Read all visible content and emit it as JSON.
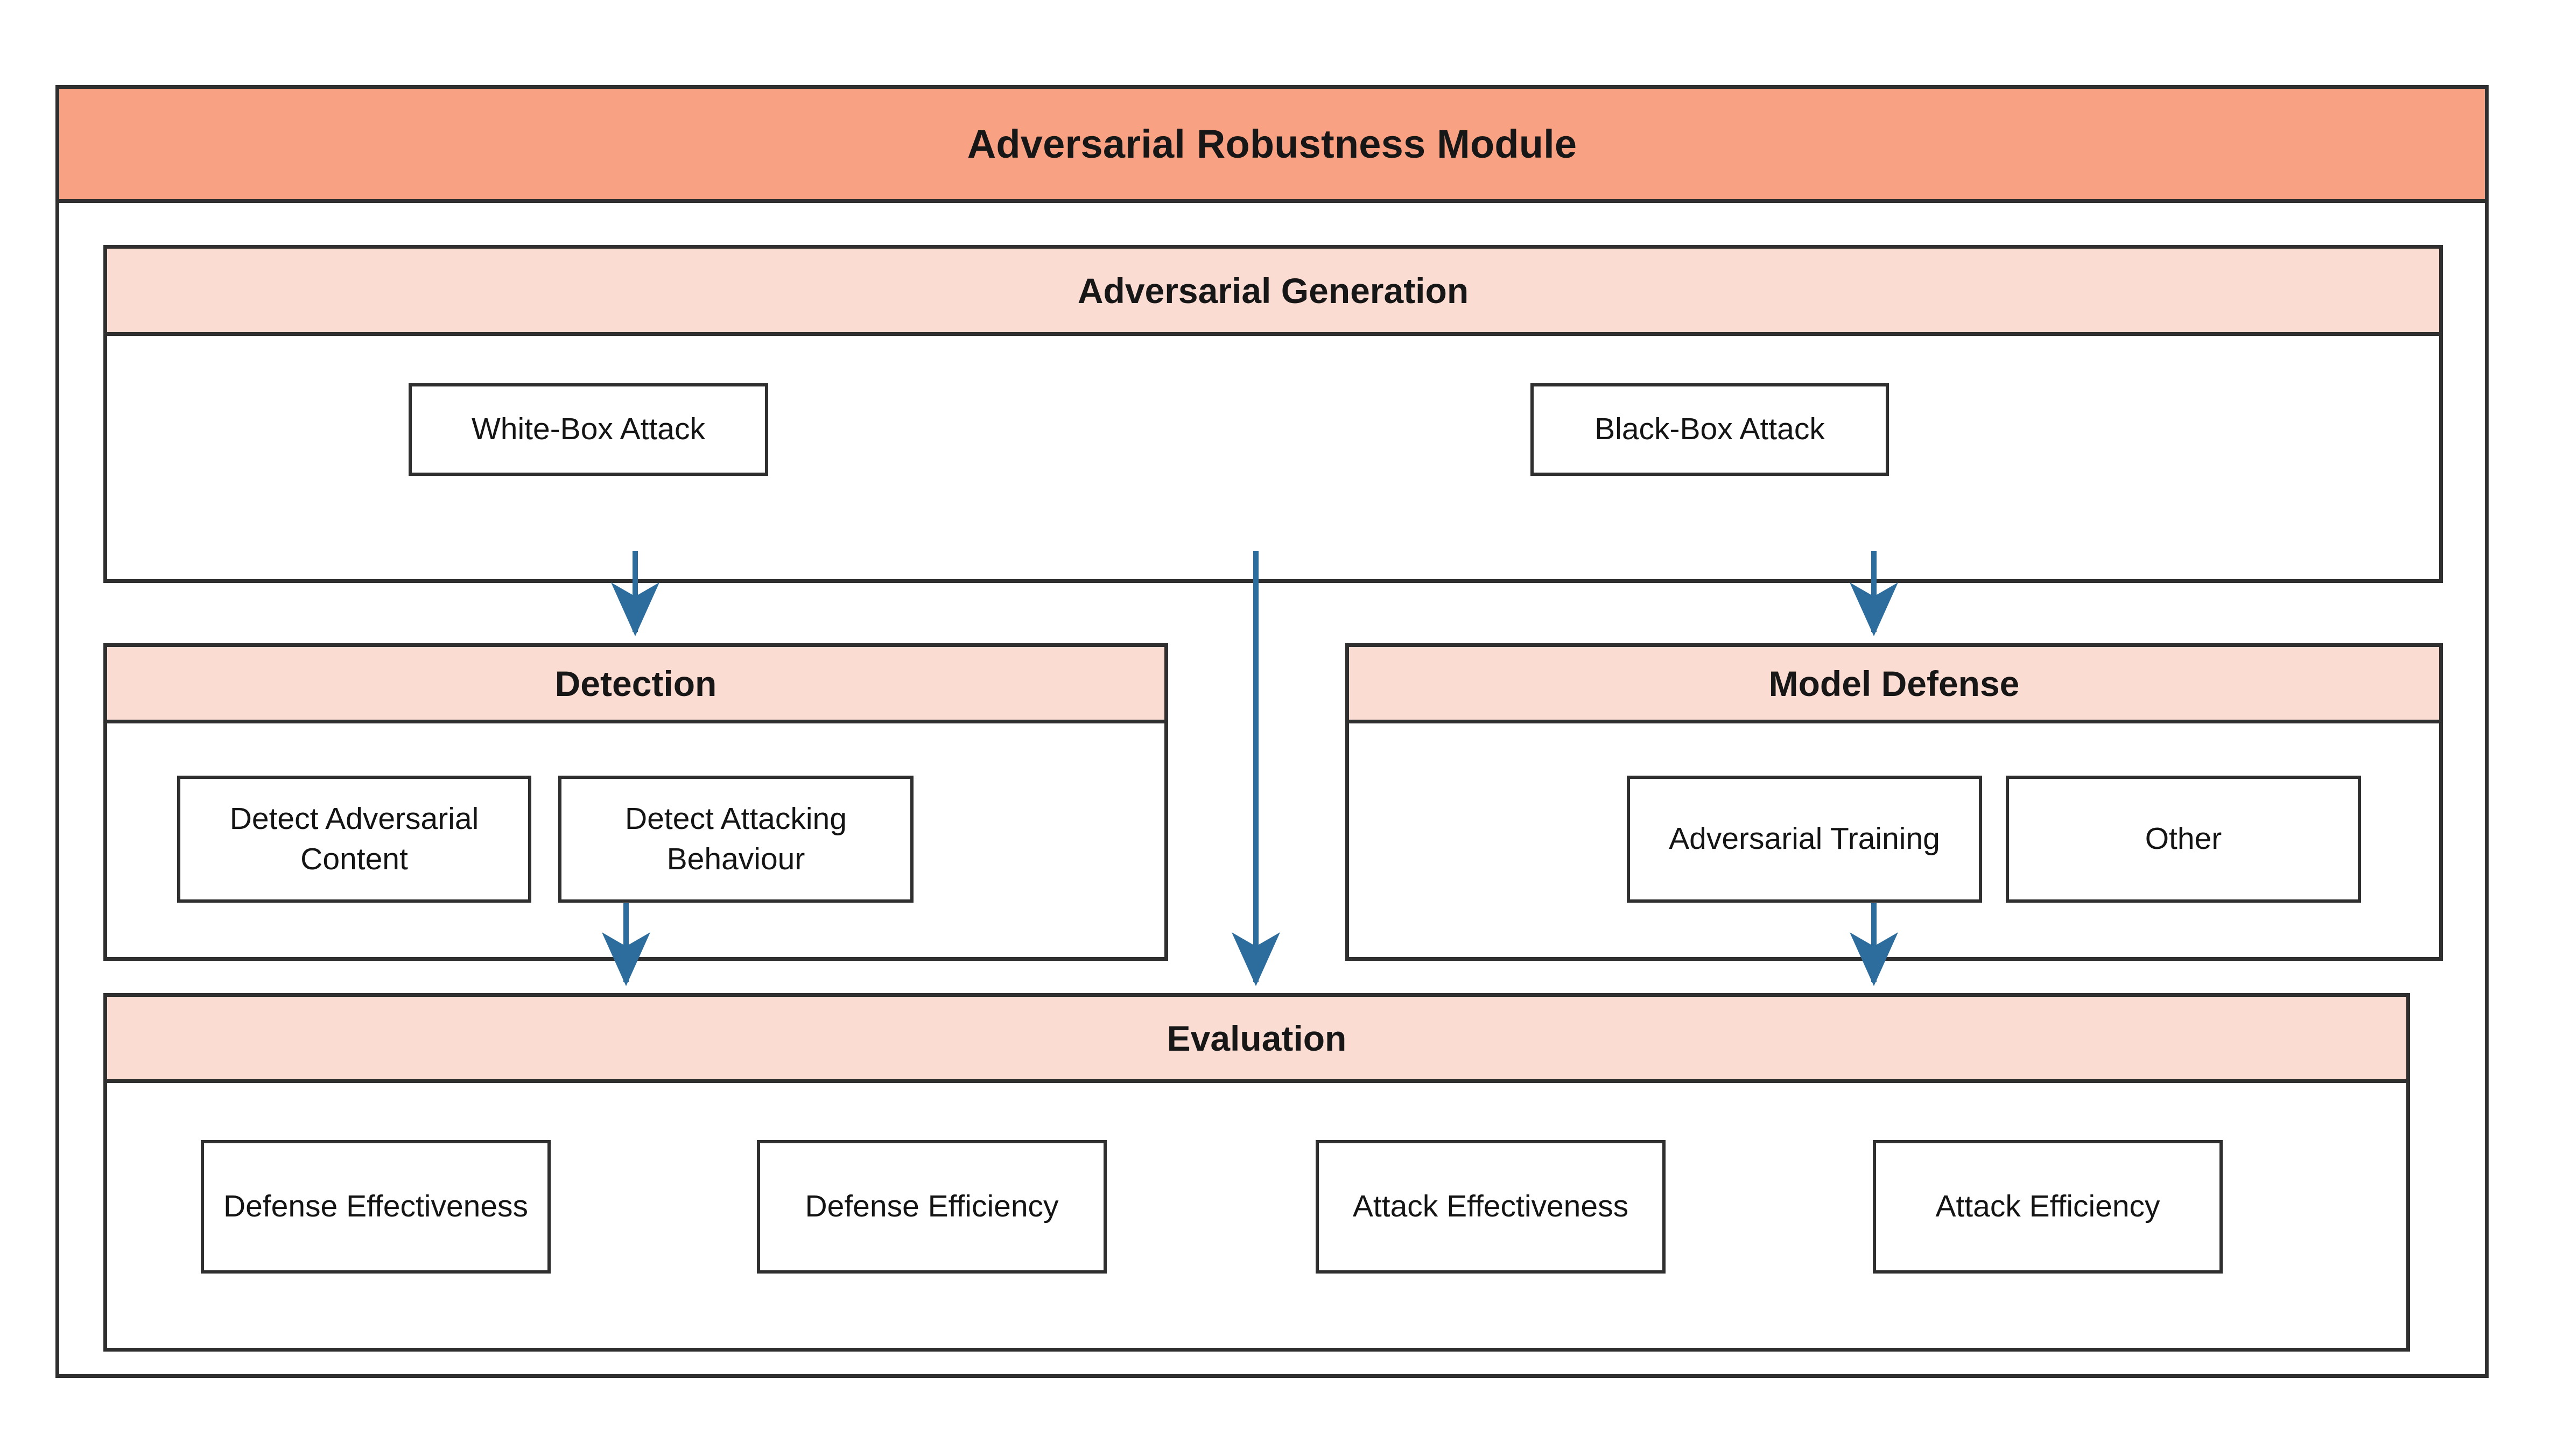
{
  "diagram": {
    "title": "Adversarial Robustness Module",
    "colors": {
      "title_bar": "#F9A183",
      "section_header": "#FBDCD2",
      "border": "#2F2F2F",
      "arrow": "#2C6D9E",
      "node_fill": "#FFFFFF",
      "text": "#141414"
    },
    "sections": [
      {
        "id": "adversarial-generation",
        "header": "Adversarial Generation",
        "nodes": [
          {
            "id": "white-box-attack",
            "label": "White-Box Attack"
          },
          {
            "id": "black-box-attack",
            "label": "Black-Box Attack"
          }
        ]
      },
      {
        "id": "detection",
        "header": "Detection",
        "nodes": [
          {
            "id": "detect-adversarial-content",
            "label": "Detect Adversarial Content"
          },
          {
            "id": "detect-attacking-behaviour",
            "label": "Detect Attacking Behaviour"
          }
        ]
      },
      {
        "id": "model-defense",
        "header": "Model Defense",
        "nodes": [
          {
            "id": "adversarial-training",
            "label": "Adversarial Training"
          },
          {
            "id": "other",
            "label": "Other"
          }
        ]
      },
      {
        "id": "evaluation",
        "header": "Evaluation",
        "nodes": [
          {
            "id": "defense-effectiveness",
            "label": "Defense Effectiveness"
          },
          {
            "id": "defense-efficiency",
            "label": "Defense Efficiency"
          },
          {
            "id": "attack-effectiveness",
            "label": "Attack Effectiveness"
          },
          {
            "id": "attack-efficiency",
            "label": "Attack Efficiency"
          }
        ]
      }
    ],
    "arrows": [
      {
        "id": "generation-to-detection",
        "from": "adversarial-generation",
        "to": "detection"
      },
      {
        "id": "generation-to-model-defense",
        "from": "adversarial-generation",
        "to": "model-defense"
      },
      {
        "id": "generation-to-evaluation",
        "from": "adversarial-generation",
        "to": "evaluation"
      },
      {
        "id": "detection-to-evaluation",
        "from": "detection",
        "to": "evaluation"
      },
      {
        "id": "model-defense-to-evaluation",
        "from": "model-defense",
        "to": "evaluation"
      }
    ]
  }
}
